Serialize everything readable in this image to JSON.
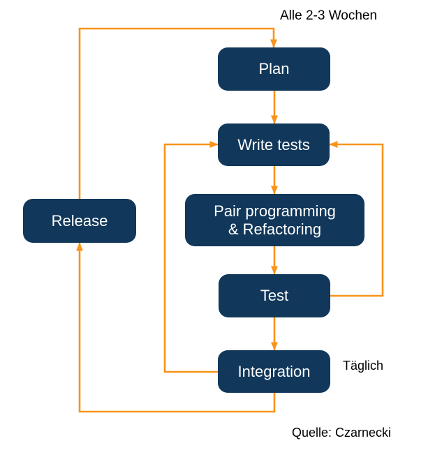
{
  "diagram": {
    "annotations": {
      "cycle_label": "Alle 2-3 Wochen",
      "daily_label": "Täglich",
      "source_label": "Quelle: Czarnecki"
    },
    "nodes": {
      "plan": {
        "label": "Plan"
      },
      "write_tests": {
        "label": "Write tests"
      },
      "pair_programming": {
        "label": "Pair programming\n& Refactoring"
      },
      "test": {
        "label": "Test"
      },
      "integration": {
        "label": "Integration"
      },
      "release": {
        "label": "Release"
      }
    },
    "edges": [
      {
        "from": "release",
        "to": "plan",
        "note": "Alle 2-3 Wochen"
      },
      {
        "from": "plan",
        "to": "write_tests"
      },
      {
        "from": "write_tests",
        "to": "pair_programming"
      },
      {
        "from": "pair_programming",
        "to": "test"
      },
      {
        "from": "test",
        "to": "integration"
      },
      {
        "from": "test",
        "to": "write_tests",
        "note": "loop back right side"
      },
      {
        "from": "integration",
        "to": "write_tests",
        "note": "Täglich loop left side"
      },
      {
        "from": "integration",
        "to": "release"
      }
    ],
    "colors": {
      "node_fill": "#11375A",
      "node_text": "#FFFFFF",
      "arrow": "#F8941A",
      "annotation_text": "#000000",
      "background": "#FFFFFF"
    }
  }
}
